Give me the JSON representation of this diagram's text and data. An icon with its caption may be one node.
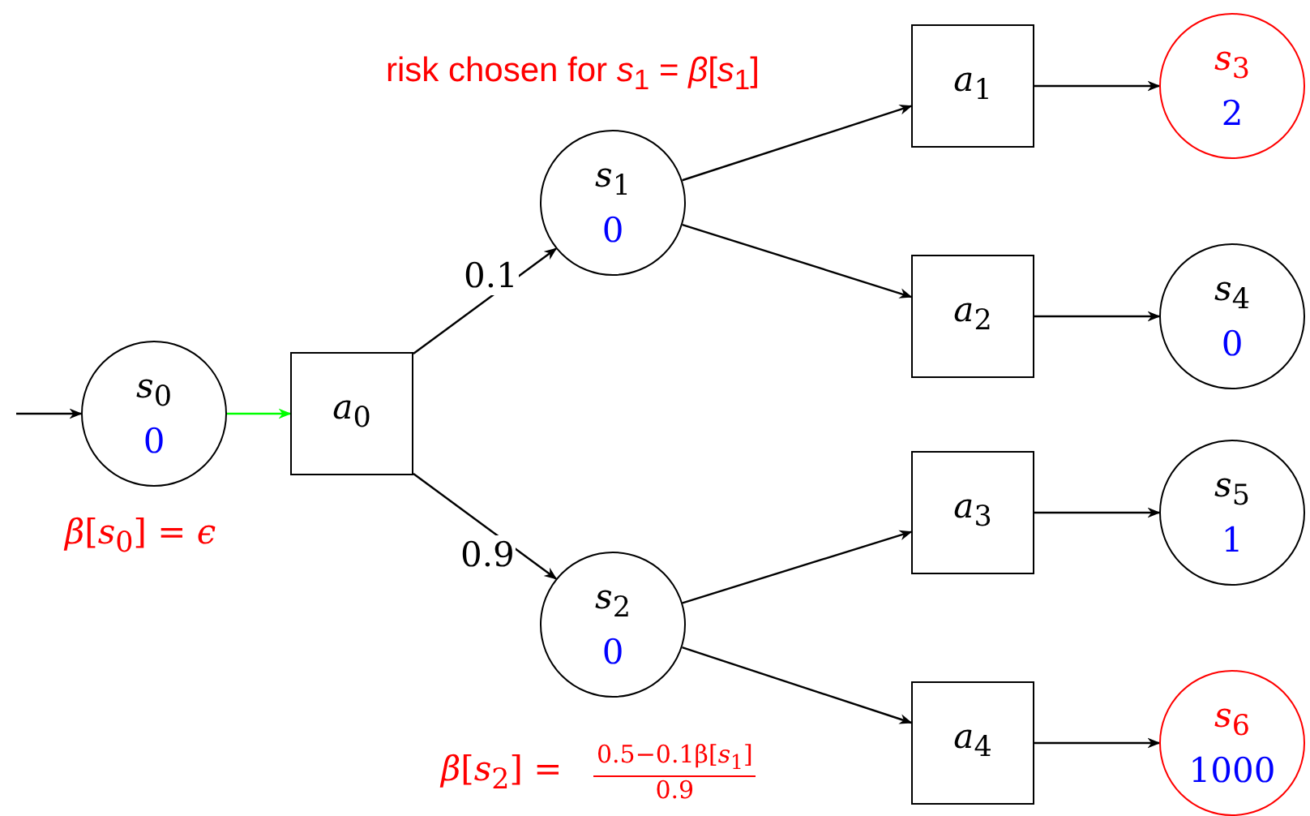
{
  "diagram": {
    "nodes": [
      {
        "text": [
          "*s*$_{0}$",
          "0"
        ],
        "beside": [
          "*β*[*s*$_{0}$] = *ϵ*"
        ]
      },
      {
        "text": [
          "*a*$_{0}$"
        ]
      },
      {
        "text": [
          "*s*$_{1}$",
          "0"
        ]
      },
      {
        "text": [
          "*s*$_{2}$",
          "0"
        ],
        "beside": [
          "*β*[*s*$_{2}$] =",
          "0.5−0.1β[*s*$_{1}$]",
          "0.9"
        ]
      },
      {
        "text": [
          "*a*$_{1}$"
        ]
      },
      {
        "text": [
          "*a*$_{2}$"
        ]
      },
      {
        "text": [
          "*a*$_{3}$"
        ]
      },
      {
        "text": [
          "*a*$_{4}$"
        ]
      },
      {
        "text": [
          "*s*$_{3}$",
          "2"
        ]
      },
      {
        "text": [
          "*s*$_{4}$",
          "0"
        ]
      },
      {
        "text": [
          "*s*$_{5}$",
          "1"
        ]
      },
      {
        "text": [
          "*s*$_{6}$",
          "1000"
        ]
      }
    ],
    "edges": [
      {
        "from": null,
        "to": 0,
        "arrow": "to"
      },
      {
        "from": 0,
        "to": 1,
        "arrow": "to",
        "color": "#00ff00"
      },
      {
        "from": 1,
        "to": 2,
        "arrow": "to",
        "label": "0.1"
      },
      {
        "from": 1,
        "to": 3,
        "arrow": "to",
        "label": "0.9"
      },
      {
        "from": 2,
        "to": 4,
        "arrow": "to"
      },
      {
        "from": 2,
        "to": 5,
        "arrow": "to"
      },
      {
        "from": 3,
        "to": 6,
        "arrow": "to"
      },
      {
        "from": 3,
        "to": 7,
        "arrow": "to"
      },
      {
        "from": 4,
        "to": 8,
        "arrow": "to"
      },
      {
        "from": 5,
        "to": 9,
        "arrow": "to"
      },
      {
        "from": 6,
        "to": 10,
        "arrow": "to"
      },
      {
        "from": 7,
        "to": 11,
        "arrow": "to"
      }
    ],
    "labels": [
      "risk chosen for *s*$_{1}$ = *β*[*s*$_{1}$]"
    ]
  }
}
